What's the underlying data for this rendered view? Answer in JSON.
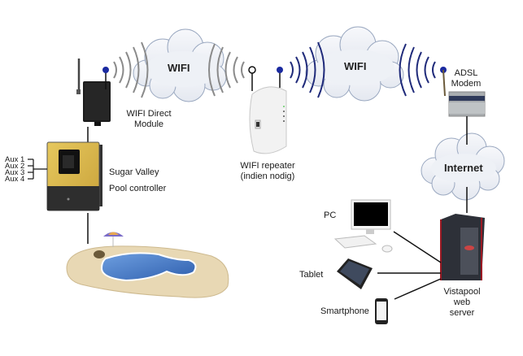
{
  "clouds": {
    "wifi_left": "WIFI",
    "wifi_right": "WIFI",
    "internet": "Internet"
  },
  "devices": {
    "wifi_module": {
      "line1": "WIFI Direct",
      "line2": "Module"
    },
    "repeater": {
      "line1": "WIFI repeater",
      "line2": "(indien nodig)"
    },
    "modem": {
      "line1": "ADSL",
      "line2": "Modem"
    },
    "controller": {
      "line1": "Sugar Valley",
      "line2": "Pool controller"
    },
    "aux": [
      "Aux 1",
      "Aux 2",
      "Aux 3",
      "Aux 4"
    ],
    "server": {
      "line1": "Vistapool",
      "line2": "web",
      "line3": "server"
    },
    "clients": {
      "pc": "PC",
      "tablet": "Tablet",
      "smartphone": "Smartphone"
    }
  },
  "colors": {
    "wave_gray": "#8a8a8a",
    "wave_blue": "#1f2a7a",
    "antenna_dot": "#1a2aa0",
    "cloud_fill": "#eef1f6",
    "cloud_stroke": "#9aa8c0",
    "controller_gold": "#d9b64a",
    "pool_water": "#4a7fc6",
    "deck": "#e8d8b4",
    "server_red": "#9a1a24"
  }
}
